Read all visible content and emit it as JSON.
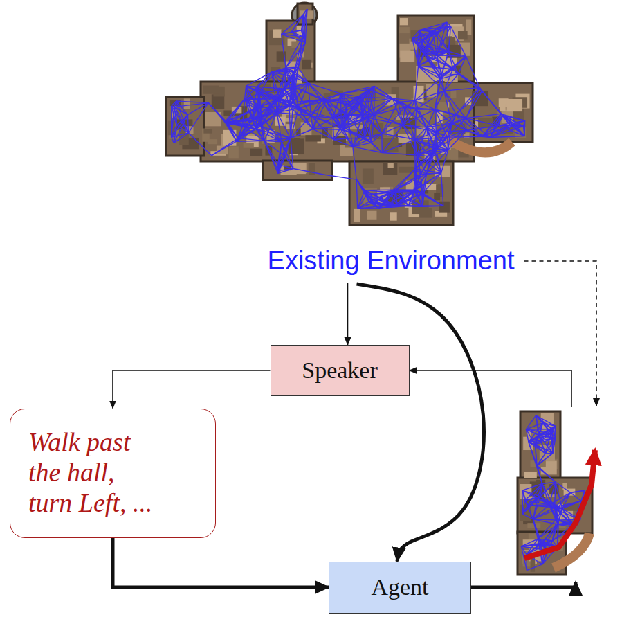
{
  "diagram": {
    "nodes": [
      {
        "text": [
          "Existing Environment"
        ]
      },
      {
        "text": [
          "Speaker"
        ]
      },
      {
        "text": [
          "Walk past the hall, turn Left, ..."
        ]
      },
      {
        "text": [
          "Agent"
        ]
      }
    ],
    "edges": [
      {
        "from": 0,
        "to": 1,
        "arrow": "to"
      },
      {
        "from": 1,
        "to": 2,
        "arrow": "to"
      },
      {
        "from": 2,
        "to": 3,
        "arrow": "to"
      },
      {
        "from": 0,
        "to": 3,
        "arrow": "to"
      }
    ]
  }
}
